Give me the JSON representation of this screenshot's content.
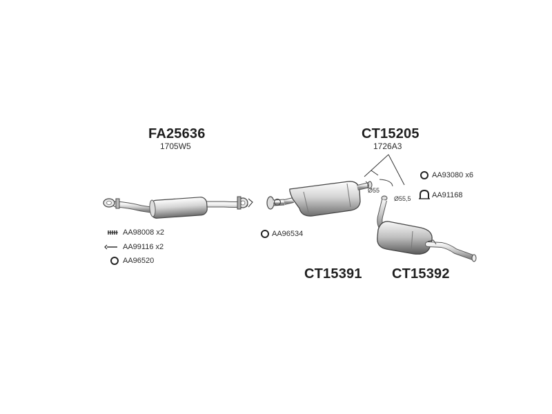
{
  "front_section": {
    "code": "FA25636",
    "subcode": "1705W5"
  },
  "center_section": {
    "code": "CT15205",
    "subcode": "1726A3"
  },
  "middle_muffler": {
    "code": "CT15391"
  },
  "rear_muffler": {
    "code": "CT15392"
  },
  "accessories": {
    "a1": "AA98008 x2",
    "a2": "AA99116 x2",
    "a3": "AA96520",
    "a4": "AA96534",
    "a5": "AA93080 x6",
    "a6": "AA91168"
  },
  "diameters": {
    "d1": "Ø55",
    "d2": "Ø55,5"
  }
}
